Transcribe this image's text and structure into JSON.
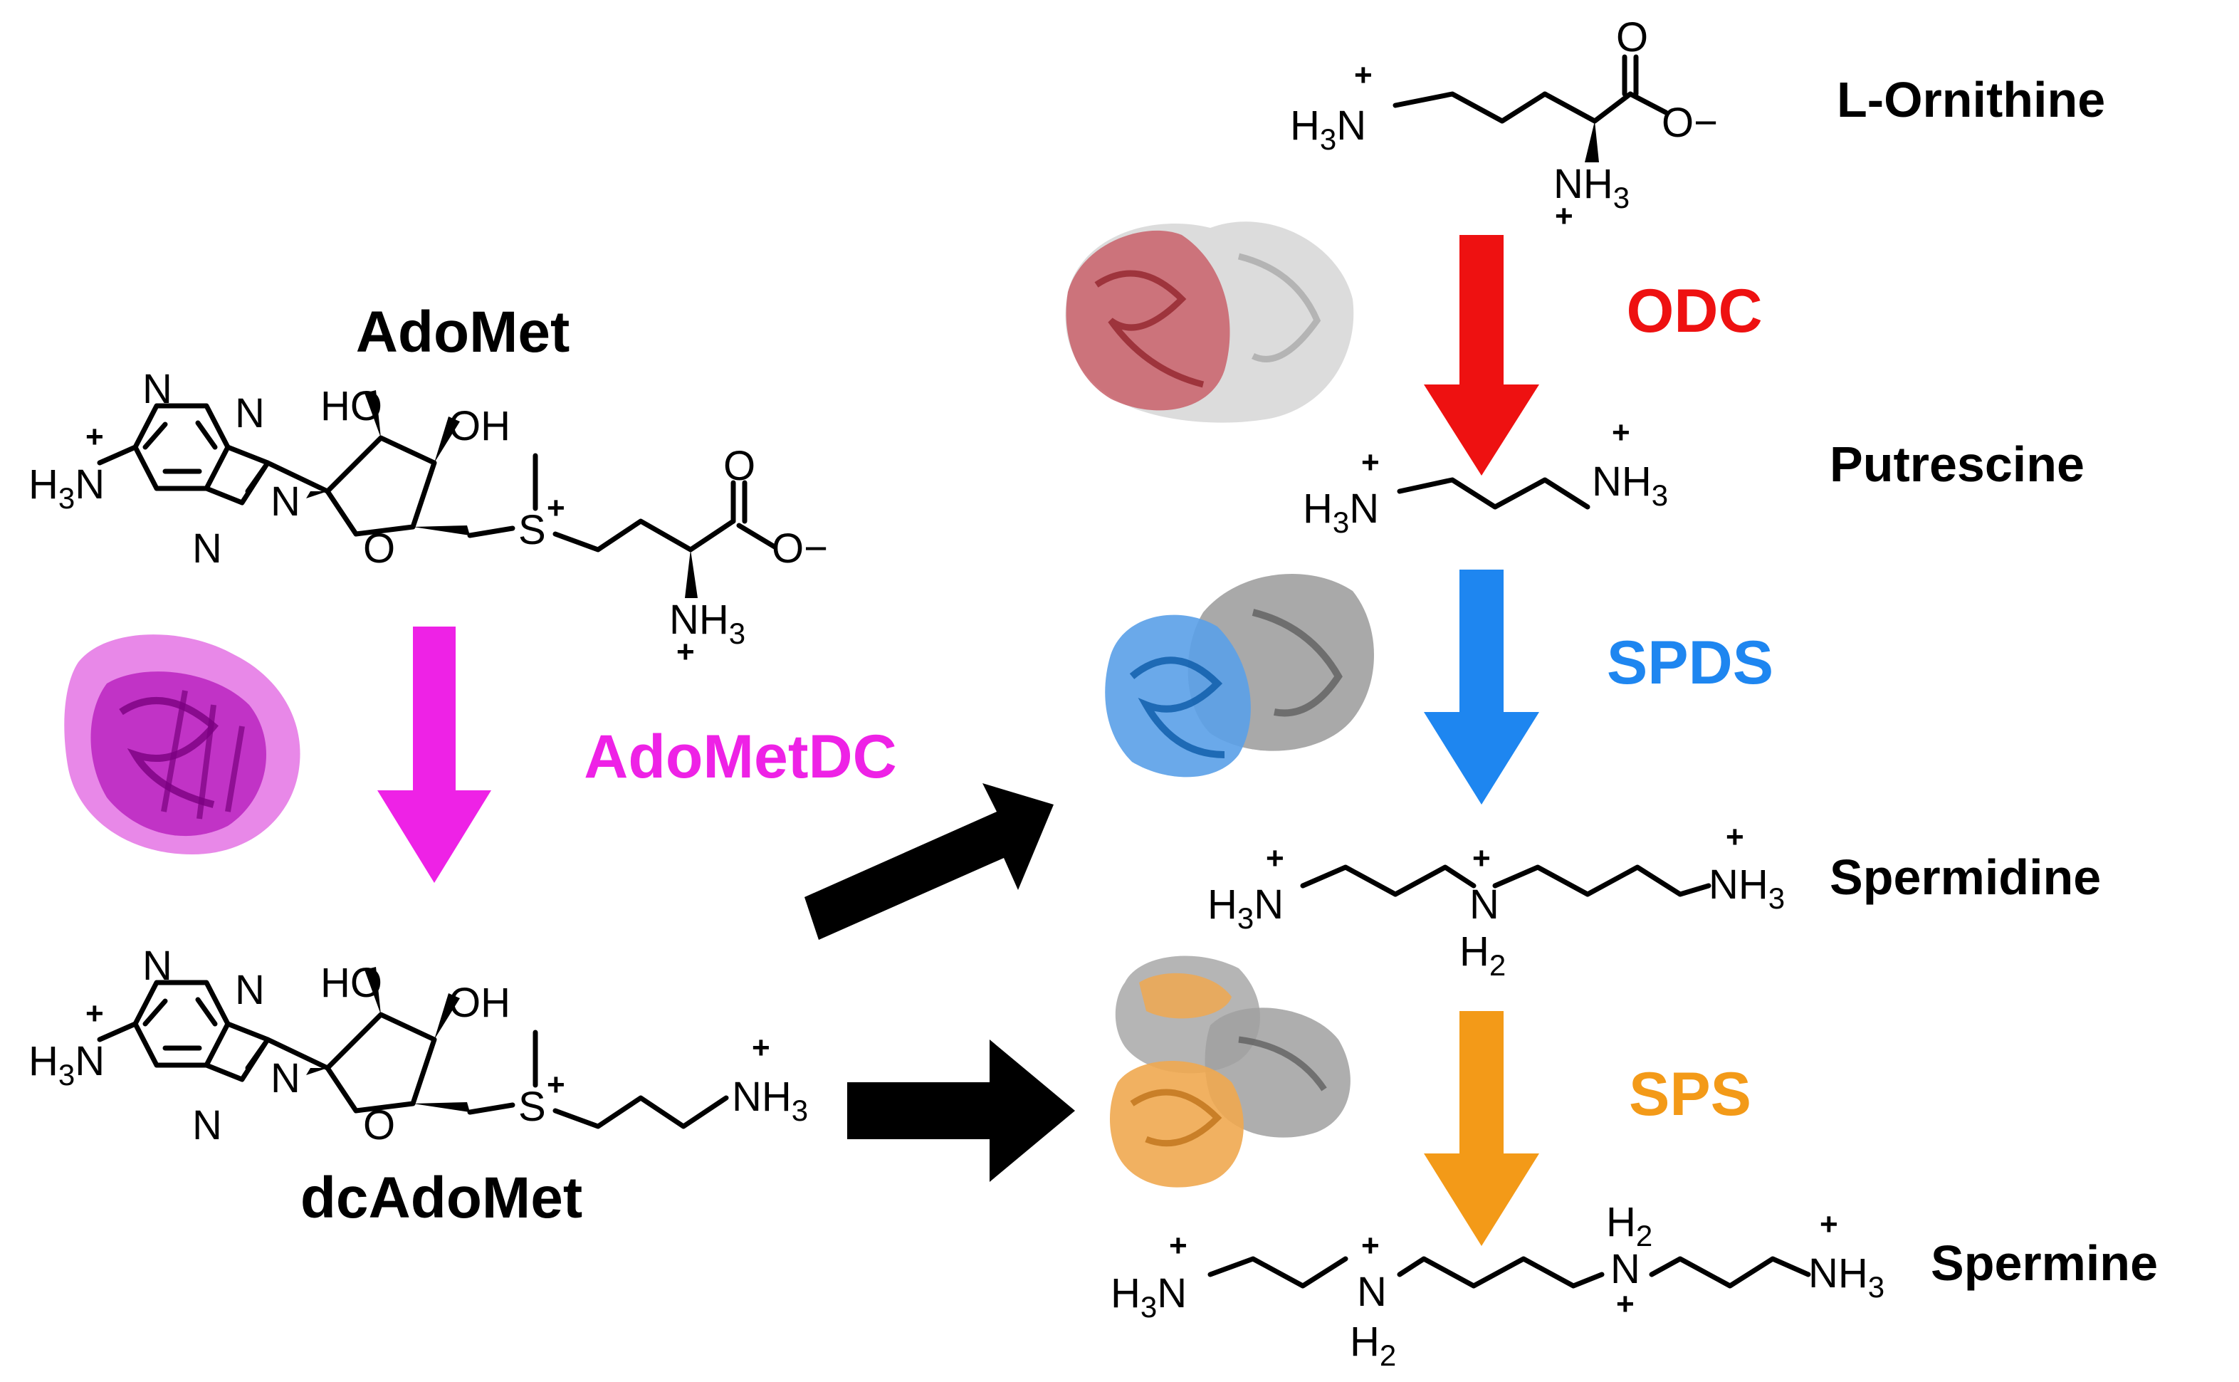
{
  "diagram": {
    "colors": {
      "adometdc": "#ee22e6",
      "odc": "#ee1111",
      "spds": "#1e86f0",
      "sps": "#f39a18",
      "flow_arrow": "#000000"
    },
    "compounds": {
      "adomet": "AdoMet",
      "dcadomet": "dcAdoMet",
      "ornithine": "L-Ornithine",
      "putrescine": "Putrescine",
      "spermidine": "Spermidine",
      "spermine": "Spermine"
    },
    "enzymes": {
      "adometdc": "AdoMetDC",
      "odc": "ODC",
      "spds": "SPDS",
      "sps": "SPS"
    },
    "atoms": {
      "H3N": "H3N",
      "NH3": "NH3",
      "N": "N",
      "H2": "H2",
      "HO": "HO",
      "OH": "OH",
      "O": "O",
      "O_minus": "O−",
      "S": "S",
      "plus": "+"
    }
  }
}
